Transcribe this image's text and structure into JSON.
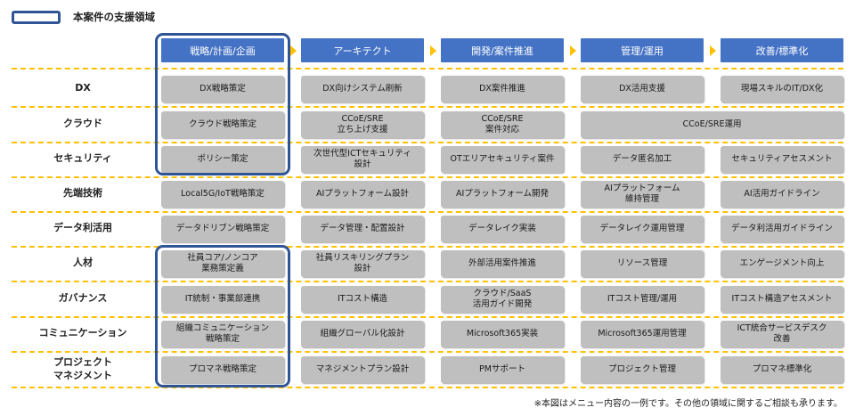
{
  "legend": {
    "label": "本案件の支援領域"
  },
  "phases": [
    "戦略/計画/企画",
    "アーキテクト",
    "開発/案件推進",
    "管理/運用",
    "改善/標準化"
  ],
  "rows": [
    {
      "label": "DX",
      "cells": [
        "DX戦略策定",
        "DX向けシステム刷新",
        "DX案件推進",
        "DX活用支援",
        "現場スキルのIT/DX化"
      ]
    },
    {
      "label": "クラウド",
      "cells": [
        "クラウド戦略策定",
        "CCoE/SRE\n立ち上げ支援",
        "CCoE/SRE\n案件対応",
        "CCoE/SRE運用"
      ]
    },
    {
      "label": "セキュリティ",
      "cells": [
        "ポリシー策定",
        "次世代型ICTセキュリティ\n設計",
        "OTエリアセキュリティ案件",
        "データ匿名加工",
        "セキュリティアセスメント"
      ]
    },
    {
      "label": "先端技術",
      "cells": [
        "Local5G/IoT戦略策定",
        "AIプラットフォーム設計",
        "AIプラットフォーム開発",
        "AIプラットフォーム\n維持管理",
        "AI活用ガイドライン"
      ]
    },
    {
      "label": "データ利活用",
      "cells": [
        "データドリブン戦略策定",
        "データ管理・配置設計",
        "データレイク実装",
        "データレイク運用管理",
        "データ利活用ガイドライン"
      ]
    },
    {
      "label": "人材",
      "cells": [
        "社員コア/ノンコア\n業務策定義",
        "社員リスキリングプラン\n設計",
        "外部活用案件推進",
        "リソース管理",
        "エンゲージメント向上"
      ]
    },
    {
      "label": "ガバナンス",
      "cells": [
        "IT統制・事業部連携",
        "ITコスト構造",
        "クラウド/SaaS\n活用ガイド開発",
        "ITコスト管理/運用",
        "ITコスト構造アセスメント"
      ]
    },
    {
      "label": "コミュニケーション",
      "cells": [
        "組織コミュニケーション\n戦略策定",
        "組織グローバル化設計",
        "Microsoft365実装",
        "Microsoft365運用管理",
        "ICT統合サービスデスク\n改善"
      ]
    },
    {
      "label": "プロジェクト\nマネジメント",
      "cells": [
        "プロマネ戦略策定",
        "マネジメントプラン設計",
        "PMサポート",
        "プロジェクト管理",
        "プロマネ標準化"
      ]
    }
  ],
  "footnote": "※本図はメニュー内容の一例です。その他の領域に関するご相談も承ります。",
  "colors": {
    "phase_bg": "#4472c4",
    "cell_bg": "#bfbfbf",
    "divider": "#ffc000",
    "focus_border": "#2f5597"
  }
}
